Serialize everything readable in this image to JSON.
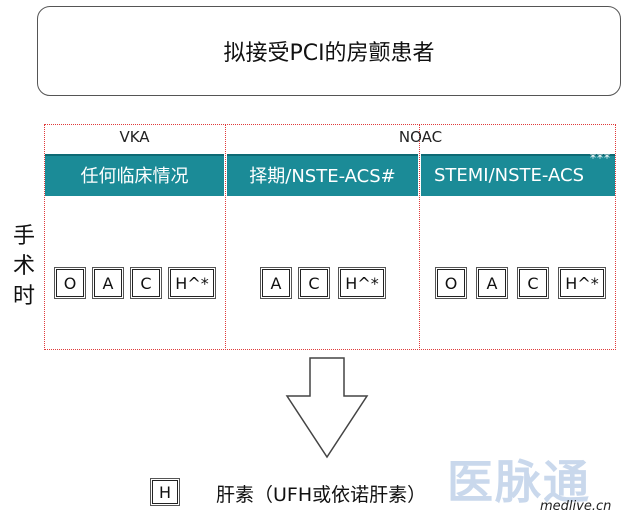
{
  "title": "拟接受PCI的房颤患者",
  "side_label": [
    "手",
    "术",
    "时"
  ],
  "groups": [
    {
      "label": "VKA"
    },
    {
      "label": "NOAC"
    }
  ],
  "columns": [
    {
      "label": "任何临床情况",
      "boxes": [
        "O",
        "A",
        "C",
        "H^*"
      ]
    },
    {
      "label": "择期/NSTE-ACS#",
      "boxes": [
        "A",
        "C",
        "H^*"
      ]
    },
    {
      "label": "STEMI/NSTE-ACS",
      "superscript": "***",
      "boxes": [
        "O",
        "A",
        "C",
        "H^*"
      ]
    }
  ],
  "legend": {
    "box": "H",
    "text": "肝素（UFH或依诺肝素）"
  },
  "watermark": {
    "logo": "医脉通",
    "url": "medlive.cn"
  },
  "colors": {
    "header_fill": "#1b8b97",
    "grid_border": "#e03a3a"
  }
}
